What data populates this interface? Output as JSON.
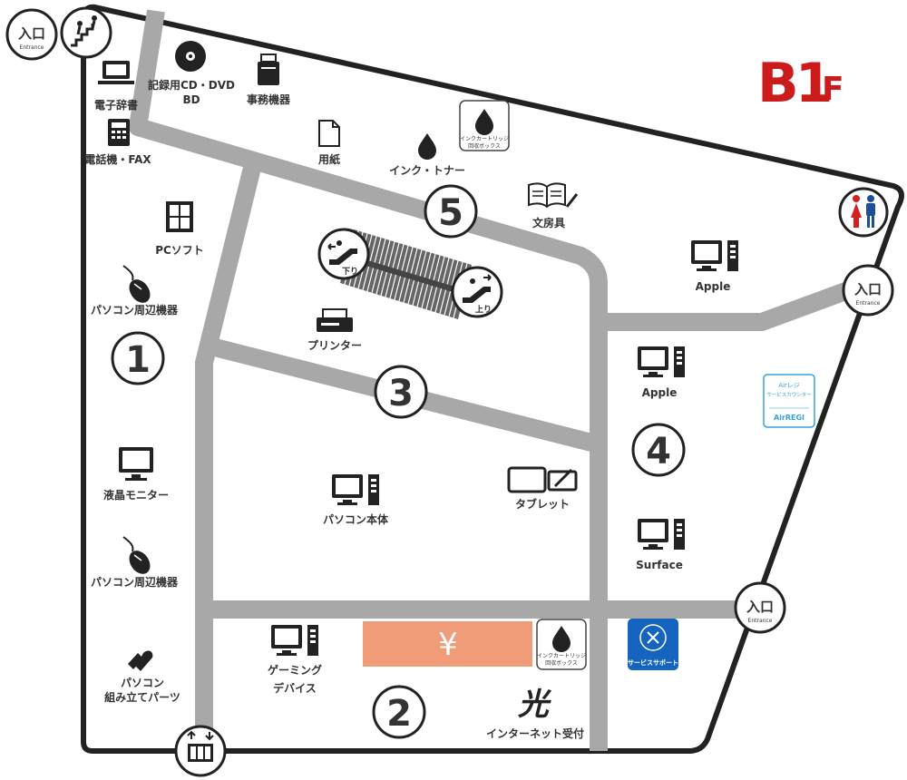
{
  "floor_label": "B1F",
  "colors": {
    "road": "#a8a8a8",
    "outline": "#222222",
    "floor_red": "#cc1b1b",
    "counter": "#f09c78",
    "support_blue": "#1565c0",
    "airregi_blue": "#3aa0d8",
    "toilet_male": "#1f4e99",
    "toilet_female": "#d62020"
  },
  "entrances": {
    "top_left": {
      "label": "入口",
      "sub": "Entrance"
    },
    "right_upper": {
      "label": "入口",
      "sub": "Entrance"
    },
    "right_lower": {
      "label": "入口",
      "sub": "Entrance"
    }
  },
  "zones": [
    "1",
    "2",
    "3",
    "4",
    "5"
  ],
  "items": {
    "dictionary": "電子辞書",
    "phone_fax": "電話機・FAX",
    "media": [
      "記録用CD・DVD",
      "BD"
    ],
    "office": "事務機器",
    "paper": "用紙",
    "ink": "インク・トナー",
    "ink_box": [
      "インクカートリッジ",
      "回収ボックス"
    ],
    "stationery": "文房具",
    "pc_soft": "PCソフト",
    "pc_peripherals": "パソコン周辺機器",
    "printer": "プリンター",
    "escalator_down": "下り",
    "escalator_up": "上り",
    "apple": "Apple",
    "airregi": [
      "Airレジ",
      "サービスカウンター",
      "AirREGI"
    ],
    "monitor": "液晶モニター",
    "pc_body": "パソコン本体",
    "tablet": "タブレット",
    "surface": "Surface",
    "gaming": [
      "ゲーミング",
      "デバイス"
    ],
    "yen": "¥",
    "pc_parts": [
      "パソコン",
      "組み立てパーツ"
    ],
    "hikari_logo": "光",
    "internet": "インターネット受付",
    "service_support": "サービスサポート"
  }
}
